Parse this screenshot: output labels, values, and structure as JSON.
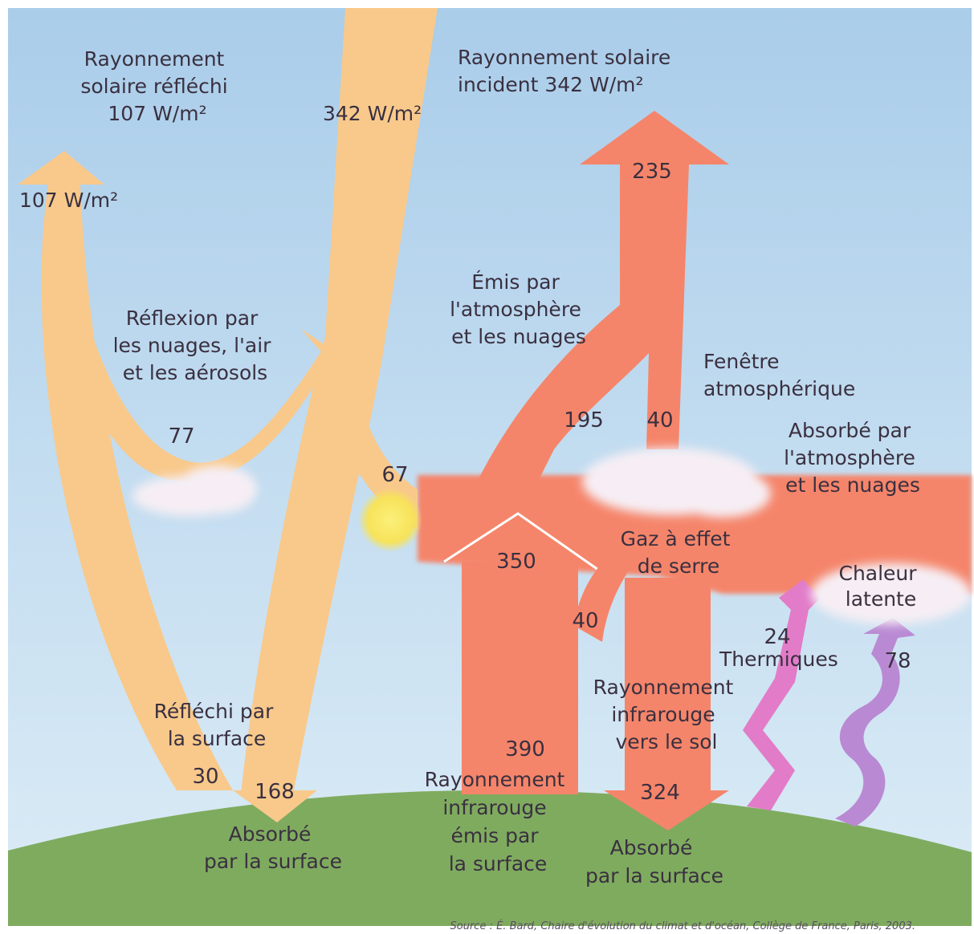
{
  "colors": {
    "sky_top": "#aacdea",
    "sky_bottom": "#dcecf6",
    "ground": "#7fab5f",
    "solar": "#f8c98b",
    "infrared": "#f5856a",
    "thermals": "#e27cc8",
    "latent": "#b98ad3",
    "sun": "#f7e35a",
    "cloud": "#f6eef4",
    "text": "#3a3040"
  },
  "icons": [
    "sun-icon",
    "cloud-icon"
  ],
  "labels": {
    "reflected_title": [
      "Rayonnement",
      "solaire réfléchi",
      "107 W/m²"
    ],
    "incident_title": [
      "Rayonnement solaire",
      "incident 342 W/m²"
    ],
    "incident_value": "342 W/m²",
    "reflected_value": "107 W/m²",
    "reflection_clouds": [
      "Réflexion par",
      "les nuages, l'air",
      "et les aérosols"
    ],
    "emitted_atmos": [
      "Émis par",
      "l'atmosphère",
      "et les nuages"
    ],
    "window": [
      "Fenêtre",
      "atmosphérique"
    ],
    "absorbed_atmos": [
      "Absorbé par",
      "l'atmosphère",
      "et les nuages"
    ],
    "greenhouse": [
      "Gaz à effet",
      "de serre"
    ],
    "latent": [
      "Chaleur",
      "latente"
    ],
    "thermals": "Thermiques",
    "ir_down": [
      "Rayonnement",
      "infrarouge",
      "vers le sol"
    ],
    "reflected_surface": [
      "Réfléchi par",
      "la surface"
    ],
    "absorbed_surface_left": [
      "Absorbé",
      "par la surface"
    ],
    "ir_emitted": [
      "Rayonnement",
      "infrarouge",
      "émis par",
      "la surface"
    ],
    "absorbed_surface_right": [
      "Absorbé",
      "par la surface"
    ]
  },
  "values": {
    "out_235": "235",
    "cloud_77": "77",
    "atm_67": "67",
    "em_195": "195",
    "win_40": "40",
    "ir_350": "350",
    "win_40b": "40",
    "thermal_24": "24",
    "latent_78": "78",
    "surf_30": "30",
    "surf_168": "168",
    "ir_390": "390",
    "ir_324": "324"
  },
  "source": "Source : É. Bard, Chaire d'évolution du climat et d'océan, Collège de France, Paris, 2003."
}
